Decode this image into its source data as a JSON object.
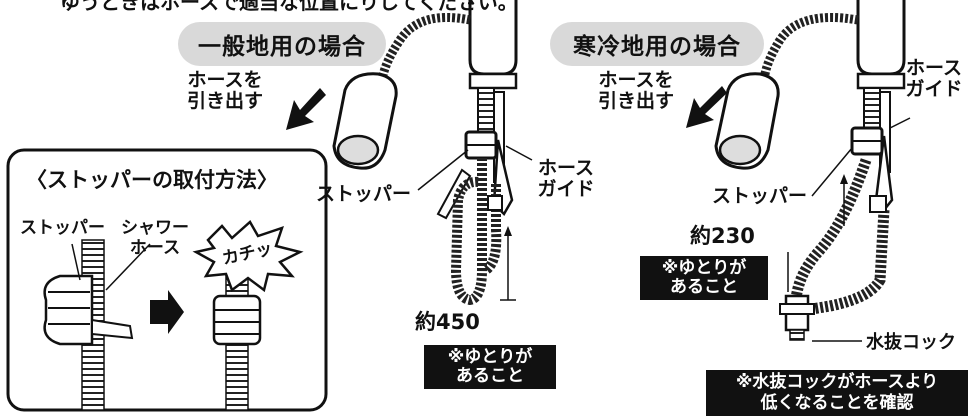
{
  "header_text": "ゆうときはホースで適当な位置にりしてください。",
  "general": {
    "title": "一般地用の場合",
    "pull_hose": [
      "ホースを",
      "引き出す"
    ],
    "stopper": "ストッパー",
    "hose_guide": [
      "ホース",
      "ガイド"
    ],
    "dimension": "約450",
    "slack_note": [
      "※ゆとりが",
      "あること"
    ]
  },
  "cold": {
    "title": "寒冷地用の場合",
    "pull_hose": [
      "ホースを",
      "引き出す"
    ],
    "stopper": "ストッパー",
    "hose_guide": [
      "ホース",
      "ガイド"
    ],
    "dimension": "約230",
    "slack_note": [
      "※ゆとりが",
      "あること"
    ],
    "drain_cock": "水抜コック",
    "drain_note": [
      "※水抜コックがホースより",
      "低くなることを確認"
    ]
  },
  "stopper_box": {
    "title": "〈ストッパーの取付方法〉",
    "stopper": "ストッパー",
    "shower_hose": [
      "シャワー",
      "ホース"
    ],
    "click_sound": "カチッ"
  }
}
